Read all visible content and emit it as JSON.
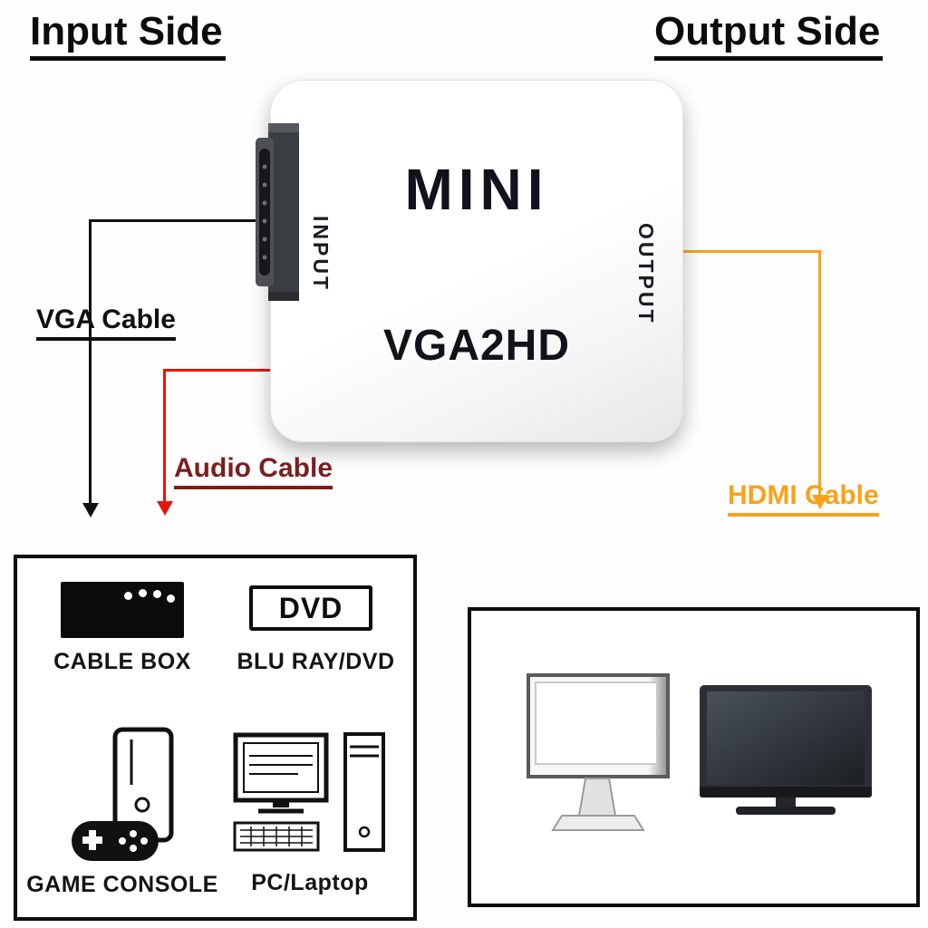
{
  "headers": {
    "input_side": "Input Side",
    "output_side": "Output Side"
  },
  "device": {
    "brand": "MINI",
    "model": "VGA2HD",
    "port_left_label": "INPUT",
    "port_right_label": "OUTPUT"
  },
  "cables": {
    "vga_label": "VGA Cable",
    "audio_label": "Audio Cable",
    "hdmi_label": "HDMI Cable"
  },
  "colors": {
    "vga_line": "#111111",
    "audio_line": "#e8140c",
    "audio_label_text": "#7a1f1f",
    "hdmi_line": "#f7a21b",
    "hdmi_label_text": "#f7a21b"
  },
  "sources_panel": {
    "cable_box_label": "CABLE BOX",
    "dvd_badge": "DVD",
    "bluray_label": "BLU RAY/DVD",
    "game_console_label": "GAME CONSOLE",
    "pc_label": "PC/Laptop"
  }
}
